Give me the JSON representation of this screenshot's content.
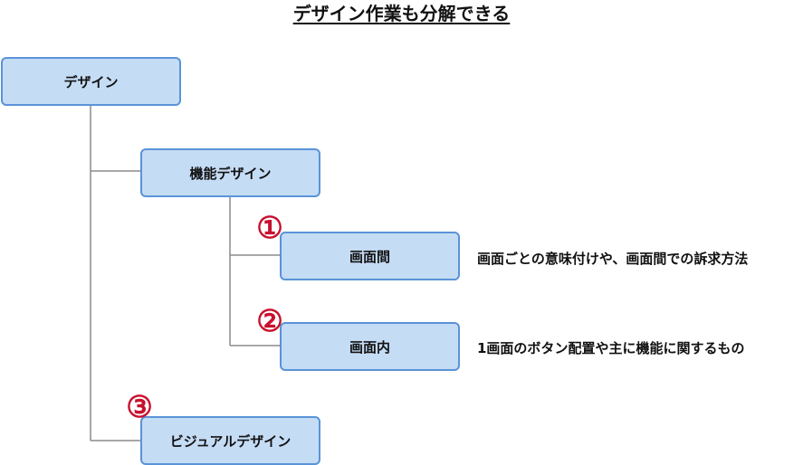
{
  "title": "デザイン作業も分解できる",
  "nodes": {
    "design": "デザイン",
    "functional_design": "機能デザイン",
    "between_screens": "画面間",
    "within_screen": "画面内",
    "visual_design": "ビジュアルデザイン"
  },
  "badges": {
    "one": "①",
    "two": "②",
    "three": "③"
  },
  "descriptions": {
    "between_screens": "画面ごとの意味付けや、画面間での訴求方法",
    "within_screen": "1画面のボタン配置や主に機能に関するもの"
  },
  "colors": {
    "node_fill": "#c5dcf5",
    "node_border": "#5a93d8",
    "connector": "#8c8c8c",
    "badge": "#c8102e"
  }
}
